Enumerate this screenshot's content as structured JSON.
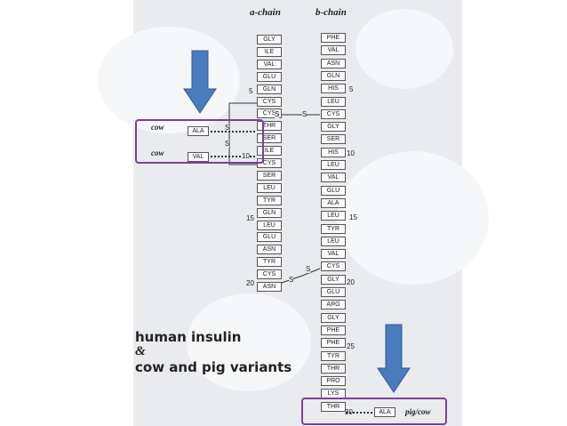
{
  "headers": {
    "a_chain": "a-chain",
    "b_chain": "b-chain"
  },
  "a_chain": [
    "GLY",
    "ILE",
    "VAL",
    "GLU",
    "GLN",
    "CYS",
    "CYS",
    "THR",
    "SER",
    "ILE",
    "CYS",
    "SER",
    "LEU",
    "TYR",
    "GLN",
    "LEU",
    "GLU",
    "ASN",
    "TYR",
    "CYS",
    "ASN"
  ],
  "b_chain": [
    "PHE",
    "VAL",
    "ASN",
    "GLN",
    "HIS",
    "LEU",
    "CYS",
    "GLY",
    "SER",
    "HIS",
    "LEU",
    "VAL",
    "GLU",
    "ALA",
    "LEU",
    "TYR",
    "LEU",
    "VAL",
    "CYS",
    "GLY",
    "GLU",
    "ARG",
    "GLY",
    "PHE",
    "PHE",
    "TYR",
    "THR",
    "PRO",
    "LYS",
    "THR"
  ],
  "a_numbers": [
    "5",
    "15",
    "20"
  ],
  "b_numbers": [
    "5",
    "10",
    "15",
    "20",
    "25",
    "30"
  ],
  "disulfide_label": "S",
  "variants": {
    "a8": {
      "label": "cow",
      "residue": "ALA"
    },
    "a10": {
      "label": "cow",
      "residue": "VAL",
      "number": "10"
    },
    "b30": {
      "label": "pig/cow",
      "residue": "ALA"
    }
  },
  "caption": [
    "human insulin",
    "&",
    "cow and pig variants"
  ],
  "colors": {
    "arrow": "#4a7bbf",
    "arrow_border": "#2d5890",
    "highlight": "#7b3fa0"
  }
}
